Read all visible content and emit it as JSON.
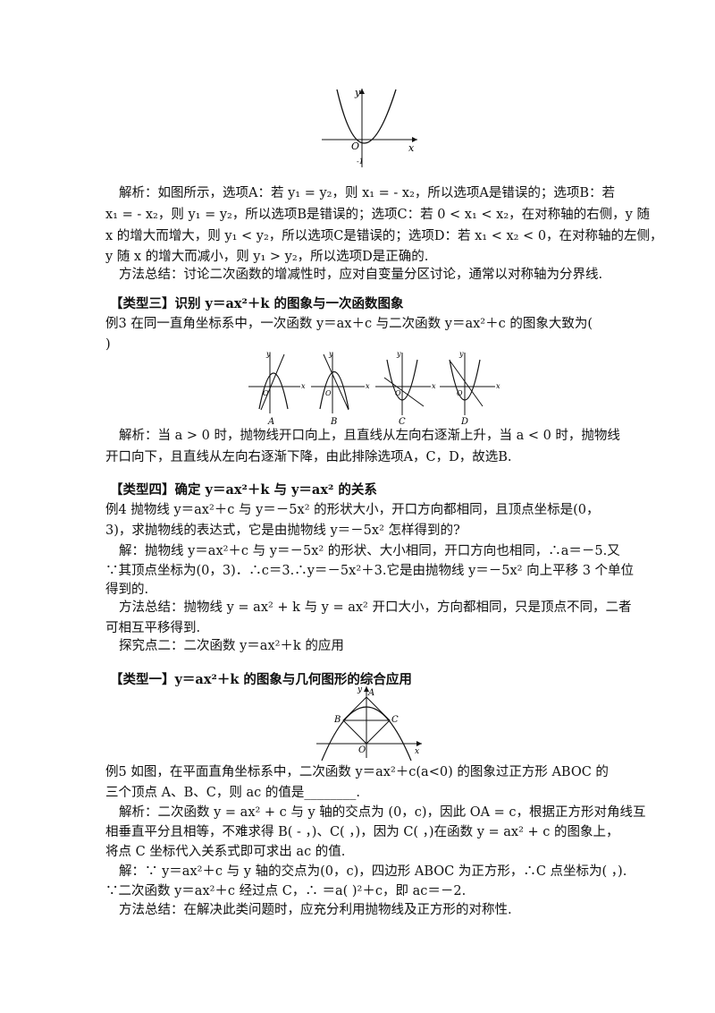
{
  "lines": [
    "解析：如图所示，选项A：若 y₁ = y₂，则 x₁ = - x₂，所以选项A是错误的；选项B：若",
    "x₁ = - x₂，则 y₁ = y₂，所以选项B是错误的；选项C：若 0 < x₁ < x₂，在对称轴的右侧，y 随",
    "x 的增大而增大，则 y₁ < y₂，所以选项C是错误的；选项D：若 x₁ < x₂ < 0，在对称轴的左侧，",
    "y 随 x 的增大而减小，则 y₁ > y₂，所以选项D是正确的.",
    "方法总结：讨论二次函数的增减性时，应对自变量分区讨论，通常以对称轴为分界线.",
    "【类型三】识别 y＝ax²＋k 的图象与一次函数图象",
    "例3 在同一直角坐标系中，一次函数 y＝ax＋c 与二次函数 y＝ax²＋c 的图象大致为(",
    ")",
    "解析：当 a > 0 时，抛物线开口向上，且直线从左向右逐渐上升，当 a < 0 时，抛物线",
    "开口向下，且直线从左向右逐渐下降，由此排除选项A，C，D，故选B.",
    "【类型四】确定 y＝ax²＋k 与 y＝ax² 的关系",
    "例4 抛物线 y＝ax²＋c 与 y＝－5x² 的形状大小，开口方向都相同，且顶点坐标是(0，",
    "3)，求抛物线的表达式，它是由抛物线 y＝－5x² 怎样得到的?",
    "解：抛物线 y＝ax²＋c 与 y＝－5x² 的形状、大小相同，开口方向也相同，∴a＝－5.又",
    "∵其顶点坐标为(0，3)．∴c＝3.∴y＝－5x²＋3.它是由抛物线 y＝－5x² 向上平移 3 个单位",
    "得到的.",
    "方法总结：抛物线 y = ax² + k 与 y = ax² 开口大小，方向都相同，只是顶点不同，二者",
    "可相互平移得到.",
    "探究点二：二次函数 y＝ax²＋k 的应用",
    "【类型一】y＝ax²＋k 的图象与几何图形的综合应用",
    "例5 如图，在平面直角坐标系中，二次函数 y＝ax²＋c(a<0) 的图象过正方形 ABOC 的",
    "三个顶点 A、B、C，则 ac 的值是________.",
    "解析：二次函数 y = ax² + c 与 y 轴的交点为 (0，c)，因此 OA = c，根据正方形对角线互",
    "相垂直平分且相等，不难求得 B( - ，)、C( ，)，因为 C( ，)在函数 y = ax² + c 的图象上，",
    "将点 C 坐标代入关系式即可求出 ac 的值.",
    "解：∵ y＝ax²＋c 与 y 轴的交点为(0，c)，四边形 ABOC 为正方形，∴C 点坐标为( ，).",
    "∵二次函数 y＝ax²＋c 经过点 C，∴ ＝a( )²＋c，即 ac＝－2.",
    "方法总结：在解决此类问题时，应充分利用抛物线及正方形的对称性."
  ],
  "fig1": {
    "x": "x",
    "y": "y",
    "o": "O",
    "m": "-1"
  },
  "fig3": {
    "labels": [
      "A",
      "B",
      "C",
      "D"
    ],
    "x": "x",
    "y": "y",
    "o": "O"
  },
  "fig5": {
    "a": "A",
    "b": "B",
    "c": "C",
    "o": "O",
    "x": "x",
    "y": "y"
  }
}
